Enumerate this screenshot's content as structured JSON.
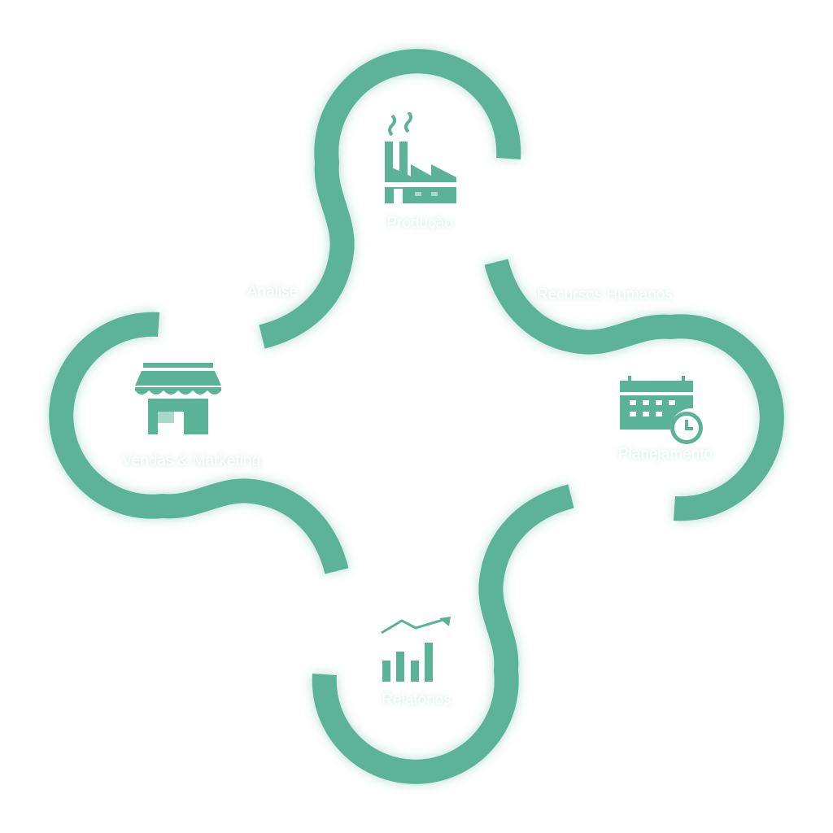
{
  "colors": {
    "accent": "#5BB397",
    "label": "#FFFFFF"
  },
  "nodes": [
    {
      "id": "production",
      "label": "Produção",
      "icon": "factory-icon"
    },
    {
      "id": "hr",
      "label": "Recursos Humanos",
      "icon": "none"
    },
    {
      "id": "planning",
      "label": "Planejamento",
      "icon": "calendar-clock-icon"
    },
    {
      "id": "reports",
      "label": "Relatórios",
      "icon": "bar-chart-trend-icon"
    },
    {
      "id": "sales",
      "label": "Vendas & Marketing",
      "icon": "storefront-icon"
    },
    {
      "id": "analysis",
      "label": "Análise",
      "icon": "none"
    }
  ]
}
